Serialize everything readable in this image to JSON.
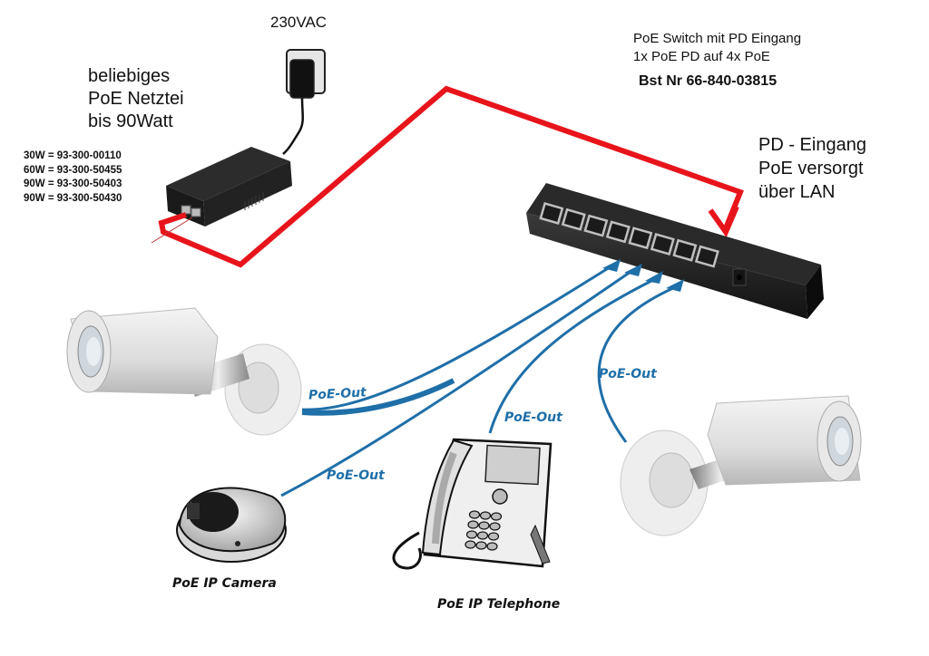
{
  "mains": {
    "label": "230VAC"
  },
  "injector": {
    "lines": [
      "beliebiges",
      "PoE Netztei",
      "bis 90Watt"
    ],
    "part_numbers": [
      "30W = 93-300-00110",
      "60W = 93-300-50455",
      "90W = 93-300-50403",
      "90W = 93-300-50430"
    ]
  },
  "switch": {
    "lines": [
      "PoE Switch mit PD Eingang",
      "1x PoE PD auf 4x PoE"
    ],
    "order_number": "Bst Nr 66-840-03815",
    "port_count": 8
  },
  "pd_input": {
    "lines": [
      "PD - Eingang",
      "PoE versorgt",
      "über LAN"
    ]
  },
  "connections": {
    "poe_out_label": "PoE-Out",
    "power_link_color": "#e8141c",
    "poe_cable_color": "#1f6fa8"
  },
  "devices": {
    "dome_camera": "PoE IP Camera",
    "telephone": "PoE IP Telephone"
  }
}
